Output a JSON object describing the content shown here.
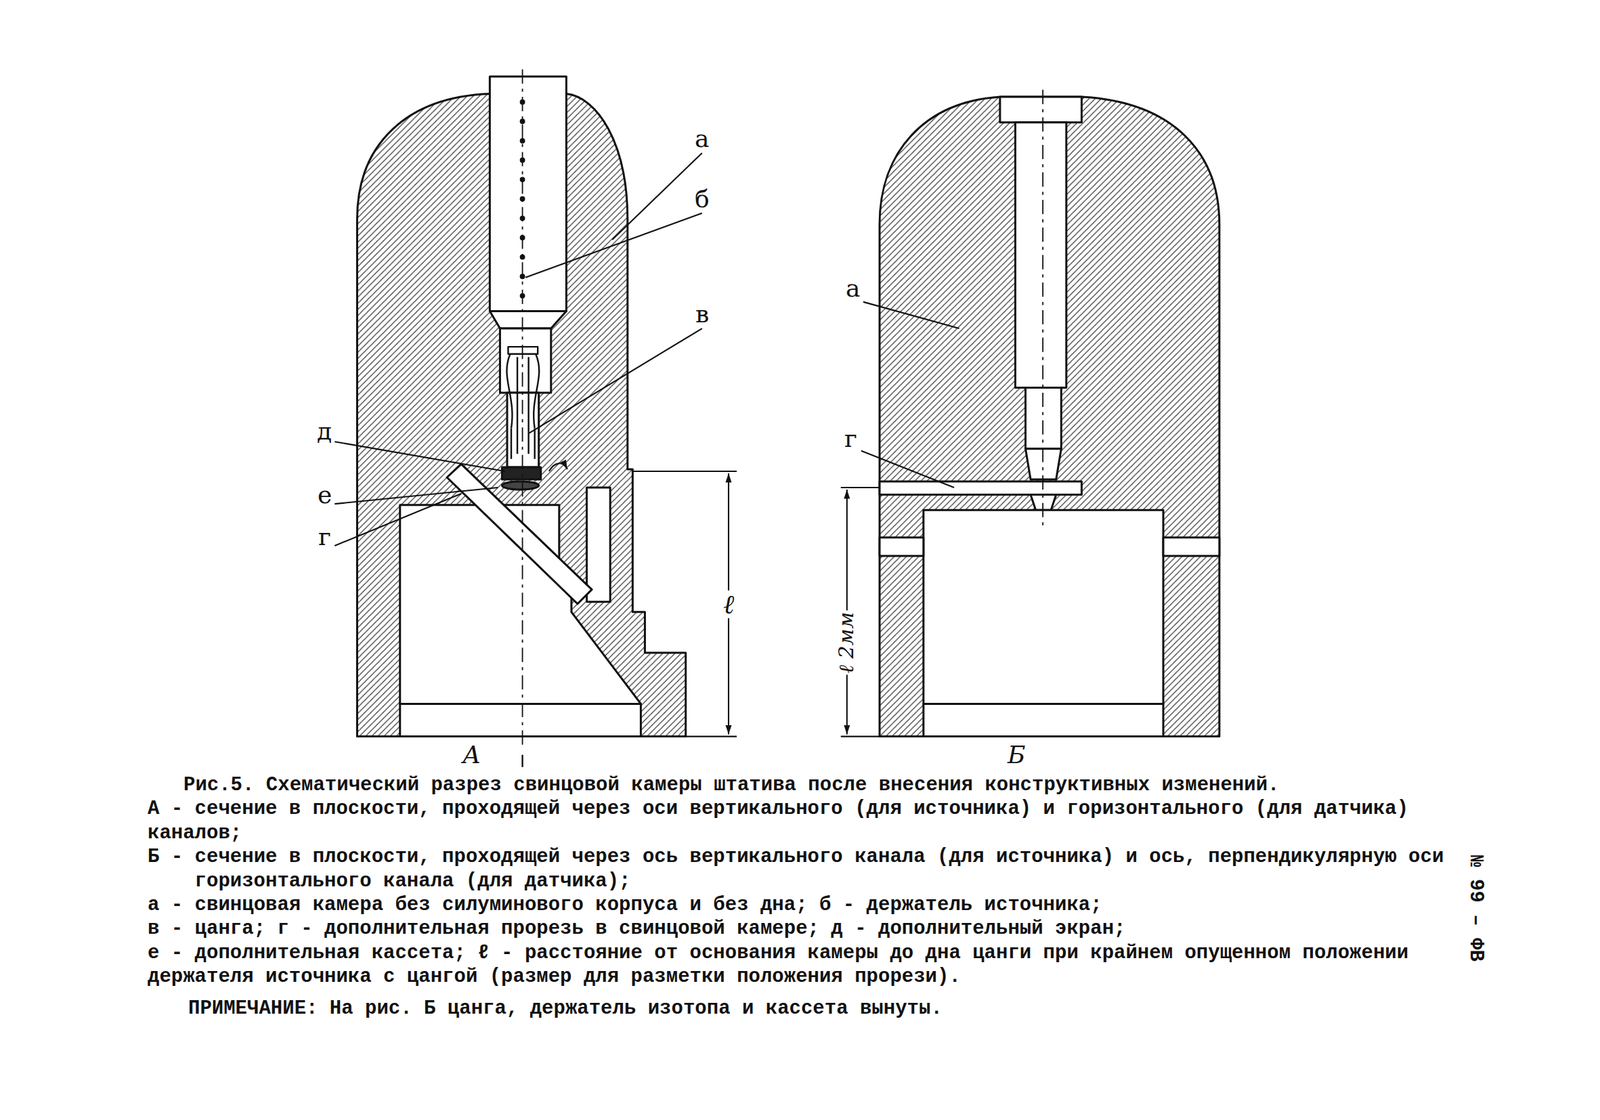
{
  "diagram": {
    "caption": "Рис.5. Схематический разрез свинцовой камеры штатива после внесения конструктивных изменений.",
    "labels": [
      "а",
      "б",
      "в",
      "д",
      "е",
      "г",
      "ℓ",
      "А",
      "а",
      "г",
      "ℓ 2мм",
      "Б",
      "А - сечение в плоскости, проходящей через оси вертикального (для источника) и горизонтального (для датчика) каналов;",
      "Б - сечение в плоскости, проходящей через ось вертикального канала (для источника) и ось, перпендикулярную оси горизонтального канала (для датчика);",
      "а - свинцовая камера без силуминового корпуса и без дна; б - держатель источника;",
      "в - цанга; г - дополнительная прорезь в свинцовой камере; д - дополнительный экран;",
      "е - дополнительная кассета; ℓ - расстояние от основания камеры до дна цанги при крайнем опущенном положении держателя источника с цангой (размер для разметки положения прорези).",
      "ПРИМЕЧАНИЕ: На рис. Б цанга, держатель изотопа и кассета вынуты.",
      "№ 99 – ФВ"
    ]
  }
}
